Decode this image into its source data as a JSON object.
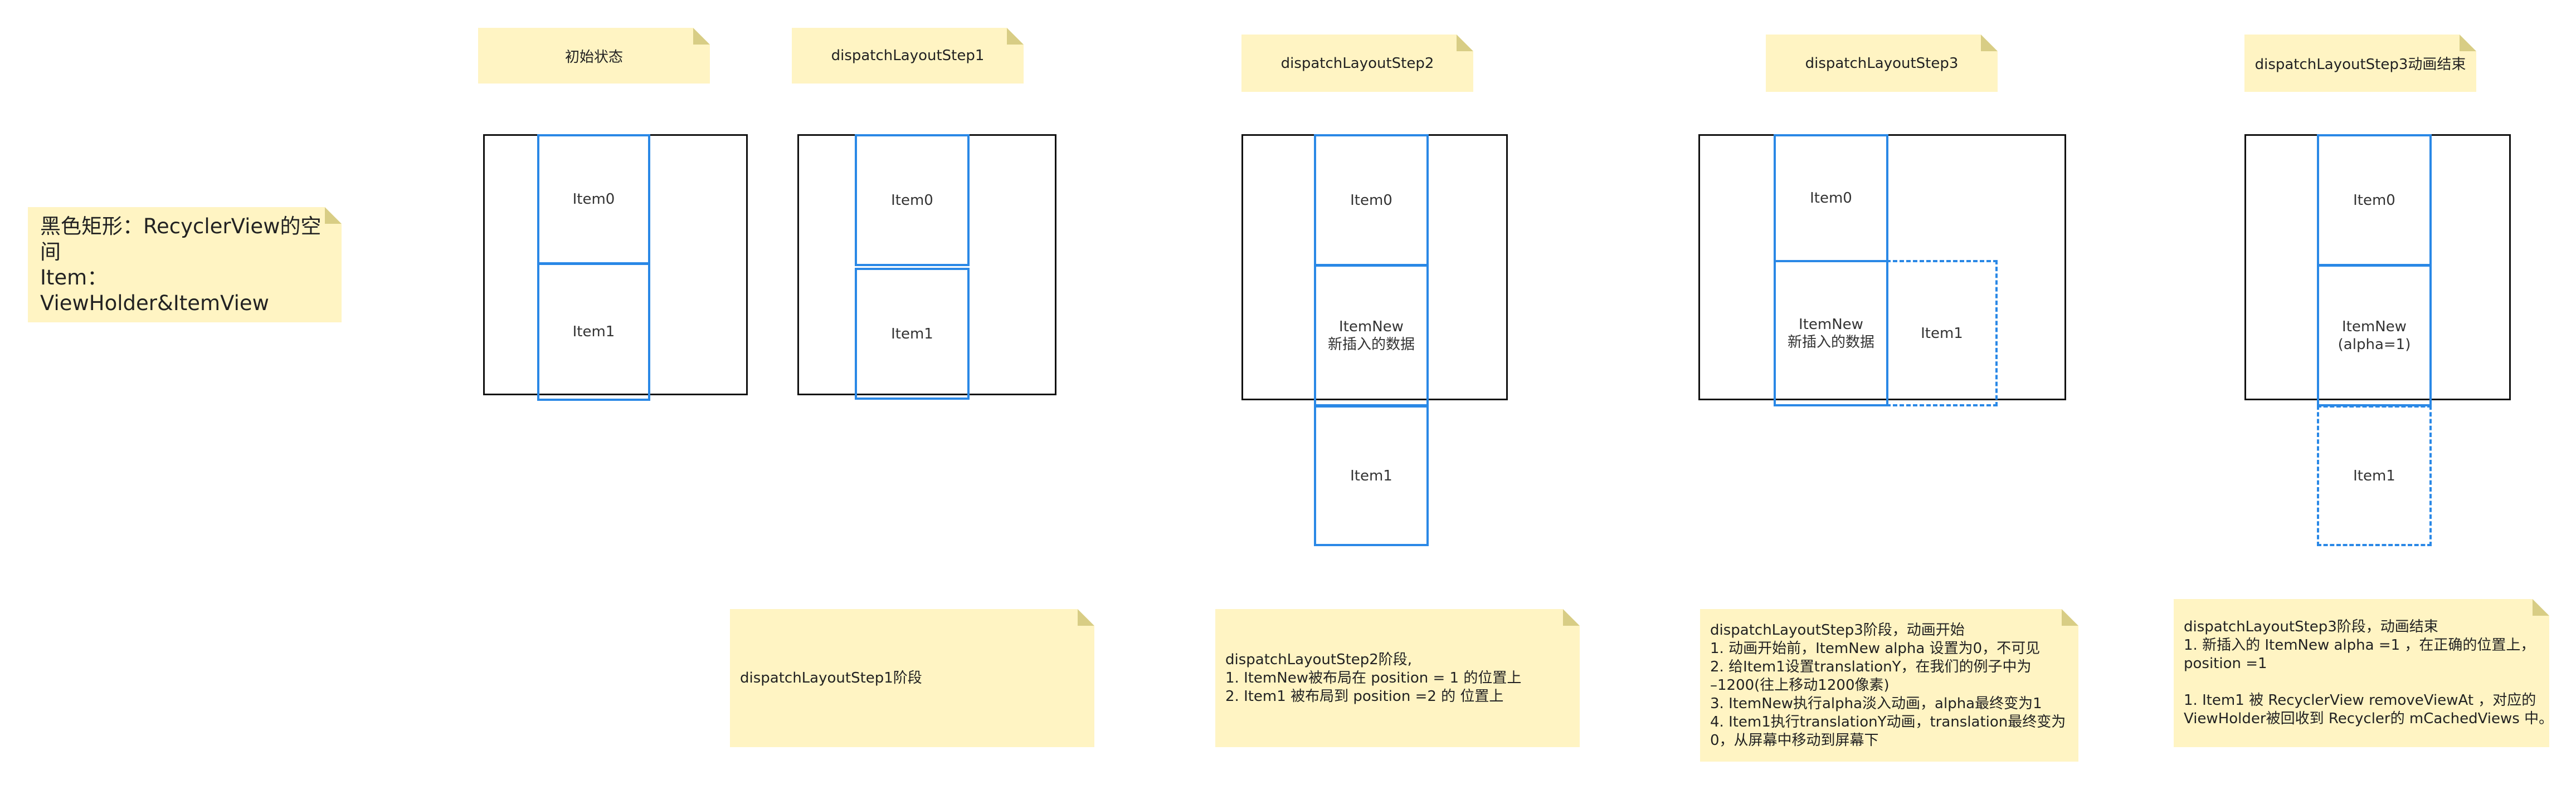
{
  "legend": {
    "lines": [
      "黑色矩形：RecyclerView的空间",
      "Item：ViewHolder&ItemView"
    ]
  },
  "stages": [
    {
      "title": "初始状态",
      "items": [
        {
          "lines": [
            "Item0"
          ]
        },
        {
          "lines": [
            "Item1"
          ]
        }
      ]
    },
    {
      "title": "dispatchLayoutStep1",
      "items": [
        {
          "lines": [
            "Item0"
          ]
        },
        {
          "lines": [
            "Item1"
          ]
        }
      ],
      "description": [
        "dispatchLayoutStep1阶段"
      ]
    },
    {
      "title": "dispatchLayoutStep2",
      "items": [
        {
          "lines": [
            "Item0"
          ]
        },
        {
          "lines": [
            "ItemNew",
            "新插入的数据"
          ]
        },
        {
          "lines": [
            "Item1"
          ]
        }
      ],
      "description": [
        "dispatchLayoutStep2阶段,",
        "1. ItemNew被布局在 position = 1 的位置上",
        "2. Item1 被布局到 position =2 的 位置上"
      ]
    },
    {
      "title": "dispatchLayoutStep3",
      "items": [
        {
          "lines": [
            "Item0"
          ]
        },
        {
          "lines": [
            "ItemNew",
            "新插入的数据"
          ]
        },
        {
          "lines": [
            "Item1"
          ],
          "dashed": true
        }
      ],
      "description": [
        "dispatchLayoutStep3阶段，动画开始",
        "1. 动画开始前，ItemNew alpha 设置为0，不可见",
        "2. 给Item1设置translationY，在我们的例子中为",
        "–1200(往上移动1200像素)",
        "3. ItemNew执行alpha淡入动画，alpha最终变为1",
        "4. Item1执行translationY动画，translation最终变为",
        "0，从屏幕中移动到屏幕下"
      ]
    },
    {
      "title": "dispatchLayoutStep3动画结束",
      "items": [
        {
          "lines": [
            "Item0"
          ]
        },
        {
          "lines": [
            "ItemNew",
            "(alpha=1)"
          ]
        },
        {
          "lines": [
            "Item1"
          ],
          "dashed": true
        }
      ],
      "description": [
        "dispatchLayoutStep3阶段，动画结束",
        "1. 新插入的 ItemNew alpha =1 ，在正确的位置上，",
        "position =1",
        "",
        "1. Item1 被 RecyclerView removeViewAt ，对应的",
        "ViewHolder被回收到 Recycler的 mCachedViews 中。"
      ]
    }
  ]
}
